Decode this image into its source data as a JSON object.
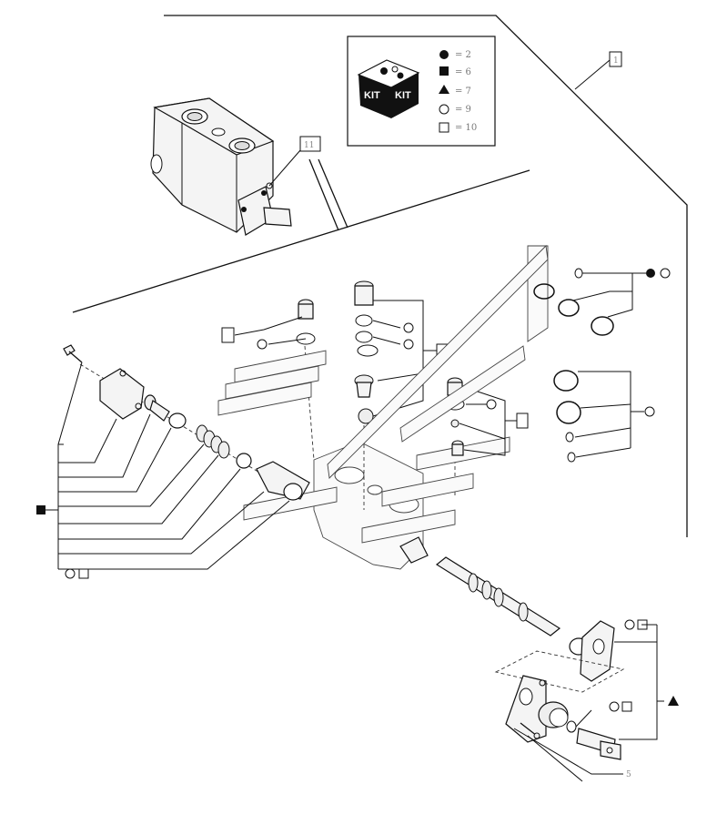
{
  "legend": {
    "kit_label_left": "KIT",
    "kit_label_right": "KIT",
    "entries": [
      {
        "symbol": "filled-circle",
        "text": "= 2"
      },
      {
        "symbol": "filled-square",
        "text": "= 6"
      },
      {
        "symbol": "filled-triangle",
        "text": "= 7"
      },
      {
        "symbol": "open-circle",
        "text": "= 9"
      },
      {
        "symbol": "open-square",
        "text": "= 10"
      }
    ]
  },
  "callouts": {
    "ref_1": "1",
    "ref_11": "11",
    "ref_5": "5"
  },
  "colors": {
    "line": "#111111",
    "background": "#ffffff",
    "legend_text": "#777777"
  }
}
